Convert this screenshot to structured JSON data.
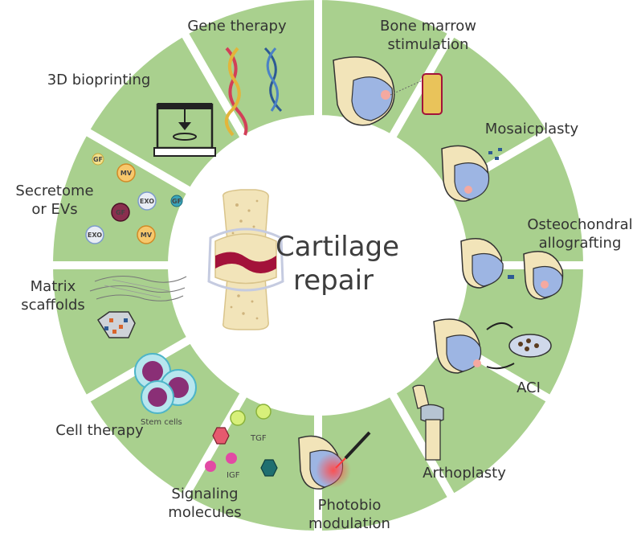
{
  "center": {
    "line1": "Cartilage",
    "line2": "repair"
  },
  "segments": [
    {
      "lines": [
        "Gene therapy"
      ]
    },
    {
      "lines": [
        "Bone marrow",
        "stimulation"
      ]
    },
    {
      "lines": [
        "Mosaicplasty"
      ]
    },
    {
      "lines": [
        "Osteochondral",
        "allografting"
      ]
    },
    {
      "lines": [
        "ACI"
      ]
    },
    {
      "lines": [
        "Arthoplasty"
      ]
    },
    {
      "lines": [
        "Photobio",
        "modulation"
      ]
    },
    {
      "lines": [
        "Signaling",
        "molecules"
      ]
    },
    {
      "lines": [
        "Cell therapy"
      ]
    },
    {
      "lines": [
        "Matrix",
        "scaffolds"
      ]
    },
    {
      "lines": [
        "Secretome",
        "or EVs"
      ]
    },
    {
      "lines": [
        "3D bioprinting"
      ]
    }
  ],
  "icon_labels": {
    "stem_cells": "Stem cells",
    "tgf": "TGF",
    "igf": "IGF",
    "gf": "GF",
    "mv": "MV",
    "exo": "EXO"
  },
  "colors": {
    "segment_fill": "#a9d08e",
    "separator": "#ffffff",
    "bone": "#f2e4b9",
    "joint_red": "#a3123a",
    "cartilage_blue": "#9db5e3"
  },
  "icons": [
    "dna-icon",
    "knee-bone-icon",
    "printer-icon",
    "vesicle-icon",
    "fiber-scaffold-icon",
    "stem-cell-icon",
    "molecule-icon",
    "laser-icon",
    "knee-implant-icon"
  ]
}
